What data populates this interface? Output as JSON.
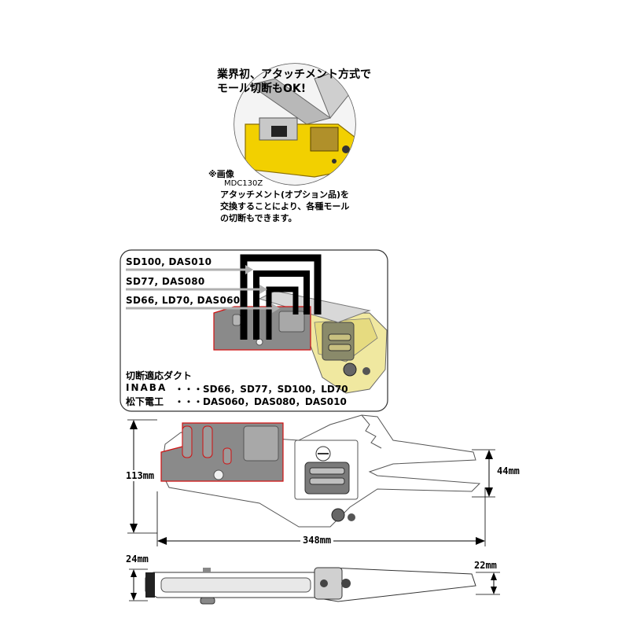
{
  "callout": {
    "title_line1": "業界初、アタッチメント方式で",
    "title_line2": "モール切断もOK!",
    "image_note": "※画像",
    "model": "MDC130Z",
    "desc_line1": "アタッチメント(オプション品)を",
    "desc_line2": "交換することにより、各種モール",
    "desc_line3": "の切断もできます。"
  },
  "duct_panel": {
    "labels": [
      "SD100, DAS010",
      "SD77, DAS080",
      "SD66, LD70, DAS060"
    ],
    "title": "切断適応ダクト",
    "row1_maker": "INABA",
    "row1_models": "・・・SD66，SD77，SD100，LD70",
    "row2_maker": "松下電工",
    "row2_models": "・・・DAS060，DAS080，DAS010"
  },
  "dimensions": {
    "height": "113mm",
    "length": "348mm",
    "jaw_height": "44mm",
    "thickness_left": "24mm",
    "thickness_right": "22mm"
  },
  "colors": {
    "yellow": "#f2d000",
    "pale_yellow": "#f0e8a0",
    "gray_attachment": "#8a8a8a",
    "red_outline": "#d01010",
    "blue_arrow": "#4a90d0",
    "gray_arrow": "#b0b0b0"
  }
}
